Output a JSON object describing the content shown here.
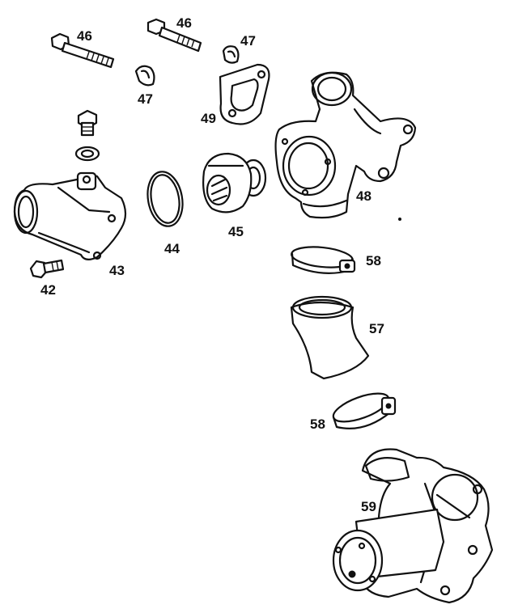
{
  "diagram": {
    "parts": [
      {
        "id": "p46a",
        "label": "46",
        "icon": "bolt-icon"
      },
      {
        "id": "p46b",
        "label": "46",
        "icon": "bolt-icon"
      },
      {
        "id": "p47a",
        "label": "47",
        "icon": "bushing-icon"
      },
      {
        "id": "p47b",
        "label": "47",
        "icon": "bushing-icon"
      },
      {
        "id": "p49",
        "label": "49",
        "icon": "gasket-icon"
      },
      {
        "id": "p48",
        "label": "48",
        "icon": "thermostat-housing-icon"
      },
      {
        "id": "p43",
        "label": "43",
        "icon": "housing-cover-icon"
      },
      {
        "id": "p44",
        "label": "44",
        "icon": "o-ring-icon"
      },
      {
        "id": "p45",
        "label": "45",
        "icon": "thermostat-icon"
      },
      {
        "id": "p42",
        "label": "42",
        "icon": "bolt-icon"
      },
      {
        "id": "p58a",
        "label": "58",
        "icon": "hose-clamp-icon"
      },
      {
        "id": "p57",
        "label": "57",
        "icon": "hose-icon"
      },
      {
        "id": "p58b",
        "label": "58",
        "icon": "hose-clamp-icon"
      },
      {
        "id": "p59",
        "label": "59",
        "icon": "water-pump-icon"
      }
    ]
  }
}
